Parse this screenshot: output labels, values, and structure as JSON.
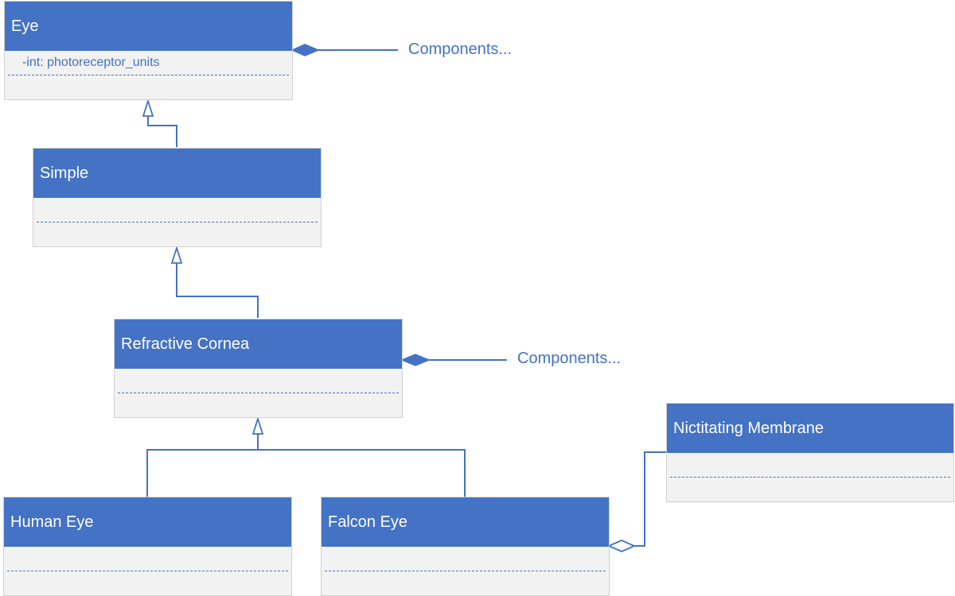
{
  "classes": {
    "eye": {
      "name": "Eye",
      "attribute": "-int: photoreceptor_units"
    },
    "simple": {
      "name": "Simple",
      "attribute": ""
    },
    "refractive_cornea": {
      "name": "Refractive Cornea",
      "attribute": ""
    },
    "human_eye": {
      "name": "Human Eye",
      "attribute": ""
    },
    "falcon_eye": {
      "name": "Falcon Eye",
      "attribute": ""
    },
    "nictitating_membrane": {
      "name": "Nictitating Membrane",
      "attribute": ""
    }
  },
  "notes": {
    "eye_components": "Components...",
    "cornea_components": "Components..."
  },
  "colors": {
    "accent": "#4472c4",
    "body": "#f2f2f2",
    "border": "#d0d0d0"
  }
}
